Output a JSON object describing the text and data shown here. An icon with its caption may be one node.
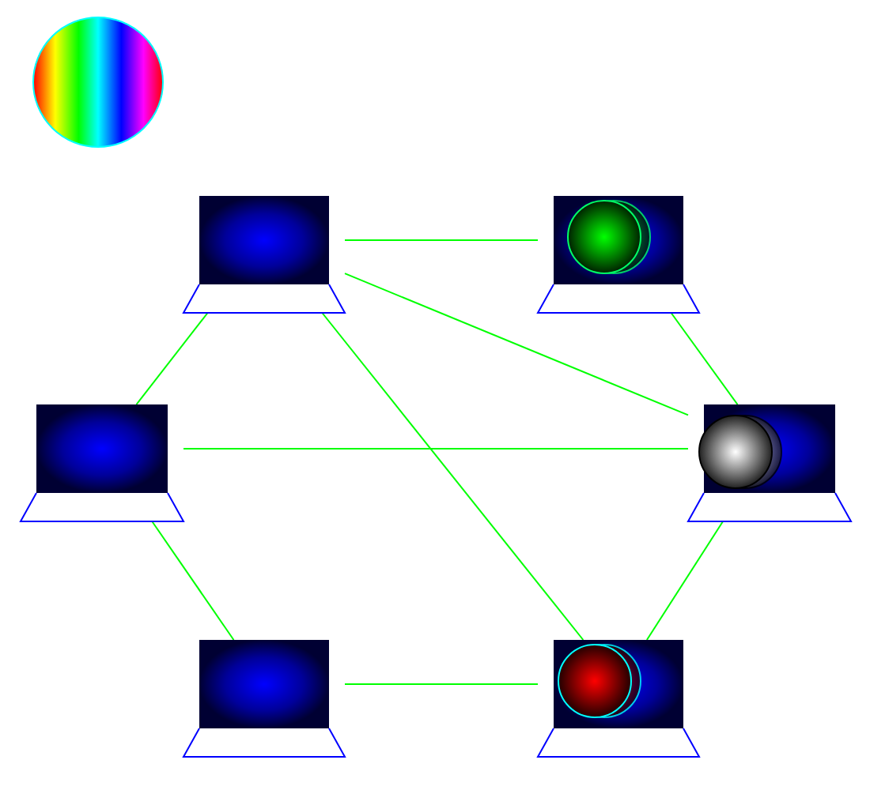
{
  "diagram": {
    "nodes": [
      {
        "text": [],
        "shape": "circle"
      },
      {
        "text": [],
        "shape": "laptop"
      },
      {
        "text": [],
        "shape": "laptop"
      },
      {
        "text": [],
        "shape": "laptop"
      },
      {
        "text": [],
        "shape": "laptop"
      },
      {
        "text": [],
        "shape": "laptop"
      },
      {
        "text": [],
        "shape": "laptop"
      }
    ],
    "edges": [
      {
        "from": 1,
        "to": 2,
        "arrow": "none"
      },
      {
        "from": 1,
        "to": 3,
        "arrow": "none"
      },
      {
        "from": 1,
        "to": 6,
        "arrow": "none"
      },
      {
        "from": 1,
        "to": 4,
        "arrow": "none"
      },
      {
        "from": 2,
        "to": 4,
        "arrow": "none"
      },
      {
        "from": 3,
        "to": 4,
        "arrow": "none"
      },
      {
        "from": 3,
        "to": 5,
        "arrow": "none"
      },
      {
        "from": 5,
        "to": 6,
        "arrow": "none"
      },
      {
        "from": 6,
        "to": 4,
        "arrow": "none"
      }
    ]
  }
}
